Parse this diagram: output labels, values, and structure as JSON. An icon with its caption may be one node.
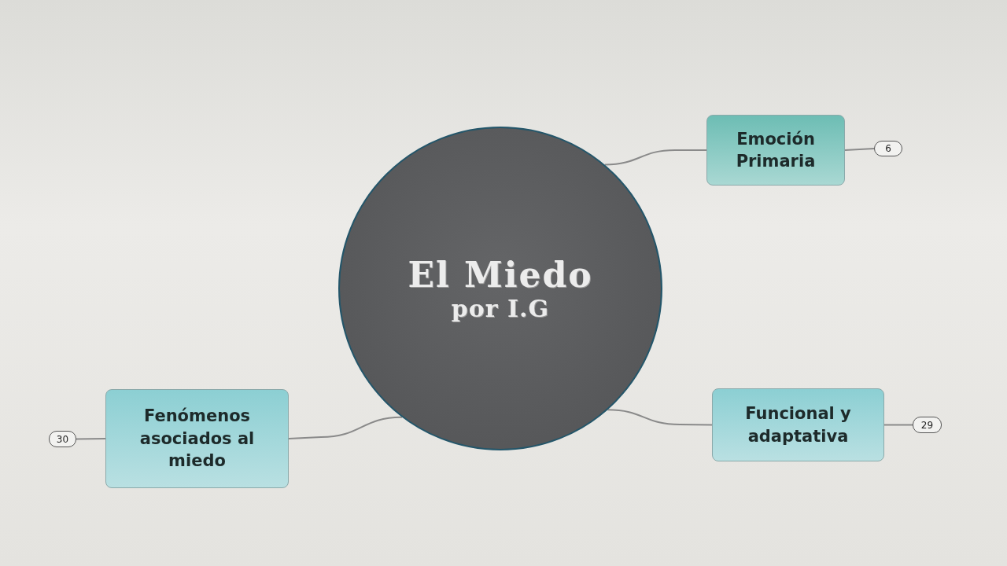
{
  "diagram": {
    "nodes": [
      {
        "text": [
          "El Miedo",
          "por I.G"
        ]
      },
      {
        "text": [
          "Emoción Primaria"
        ]
      },
      {
        "text": [
          "Funcional y adaptativa"
        ]
      },
      {
        "text": [
          "Fenómenos asociados al miedo"
        ]
      },
      {
        "text": [
          "6"
        ]
      },
      {
        "text": [
          "29"
        ]
      },
      {
        "text": [
          "30"
        ]
      }
    ],
    "edges": [
      {
        "from": 0,
        "to": 1,
        "arrow": "none"
      },
      {
        "from": 0,
        "to": 2,
        "arrow": "none"
      },
      {
        "from": 0,
        "to": 3,
        "arrow": "none"
      },
      {
        "from": 1,
        "to": 4,
        "arrow": "none"
      },
      {
        "from": 2,
        "to": 5,
        "arrow": "none"
      },
      {
        "from": 3,
        "to": 6,
        "arrow": "none"
      }
    ]
  }
}
